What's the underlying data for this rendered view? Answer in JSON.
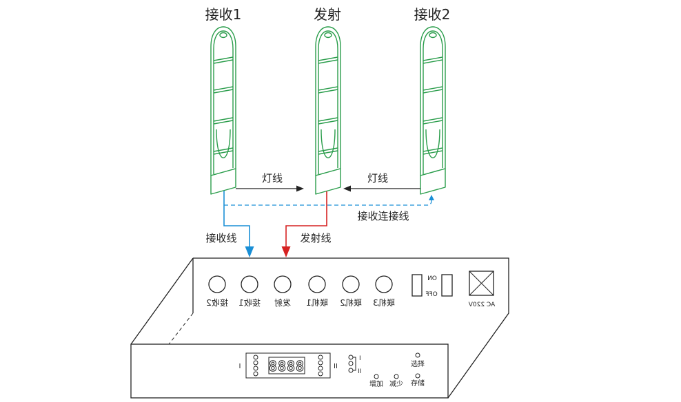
{
  "antennas": [
    {
      "label": "接收1"
    },
    {
      "label": "发射"
    },
    {
      "label": "接收2"
    }
  ],
  "wires": {
    "light_left": "灯线",
    "light_right": "灯线",
    "receiver_link": "接收连接线",
    "receiver_cable": "接收线",
    "transmitter_cable": "发射线"
  },
  "controller": {
    "rear_ports": [
      "接收2",
      "接收1",
      "发射",
      "联机1",
      "联机2",
      "联机3"
    ],
    "switch_on": "ON",
    "switch_off": "OFF",
    "power": "AC 220V",
    "display": "8888",
    "channel_left": "I",
    "channel_right": "II",
    "indicator_1": "I",
    "indicator_2": "II",
    "buttons": {
      "increase": "增加",
      "decrease": "减少",
      "select": "选择",
      "store": "存储"
    }
  },
  "colors": {
    "antenna": "#2a9d4b",
    "receiver_line": "#1a8fd6",
    "transmitter_line": "#d62222",
    "outline": "#222222"
  }
}
